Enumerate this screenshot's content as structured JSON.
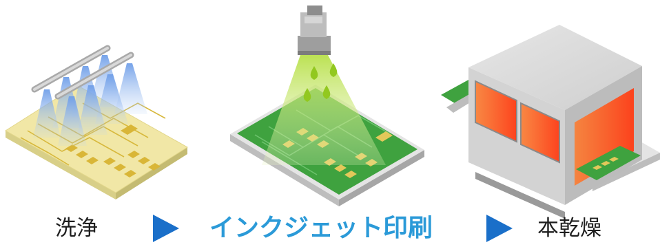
{
  "steps": [
    {
      "id": "cleaning",
      "label": "洗浄"
    },
    {
      "id": "inkjet",
      "label": "インクジェット印刷"
    },
    {
      "id": "curing",
      "label": "本乾燥"
    }
  ],
  "colors": {
    "accent_text": "#2b9ad8",
    "arrow": "#1a6fc9",
    "step_text": "#1e1e1e",
    "board_yellow": "#f1e7a6",
    "pad_gold": "#d9b637",
    "board_green": "#3fa23f",
    "pad_green": "#e3c85a",
    "mist_blue": "#8fb6ef",
    "ink_green": "#a7d32a",
    "oven_gray": "#c9c9c9",
    "oven_heat": "#ff5a1f"
  },
  "icons": [
    "cleaning-board-illustration",
    "inkjet-printing-illustration",
    "curing-oven-illustration",
    "triangle-arrow-icon"
  ]
}
